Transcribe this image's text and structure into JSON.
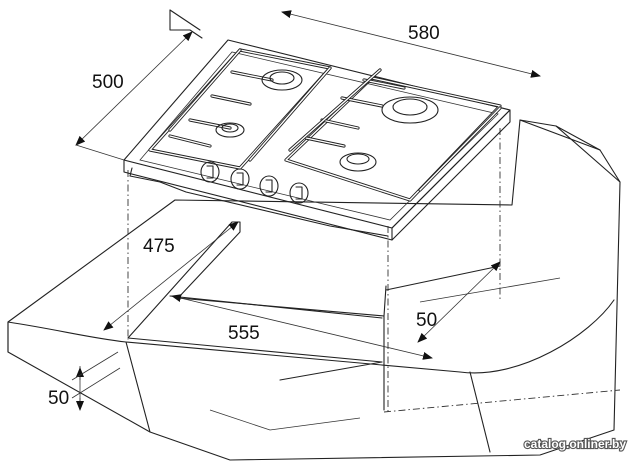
{
  "diagram": {
    "dimensions": {
      "hob_width": "580",
      "hob_depth": "500",
      "cutout_depth": "475",
      "cutout_width": "555",
      "wall_clearance": "50",
      "front_clearance": "50"
    },
    "watermark": "catalog.onliner.by",
    "colors": {
      "line": "#222222",
      "background": "#ffffff",
      "watermark": "#ffffff"
    }
  }
}
